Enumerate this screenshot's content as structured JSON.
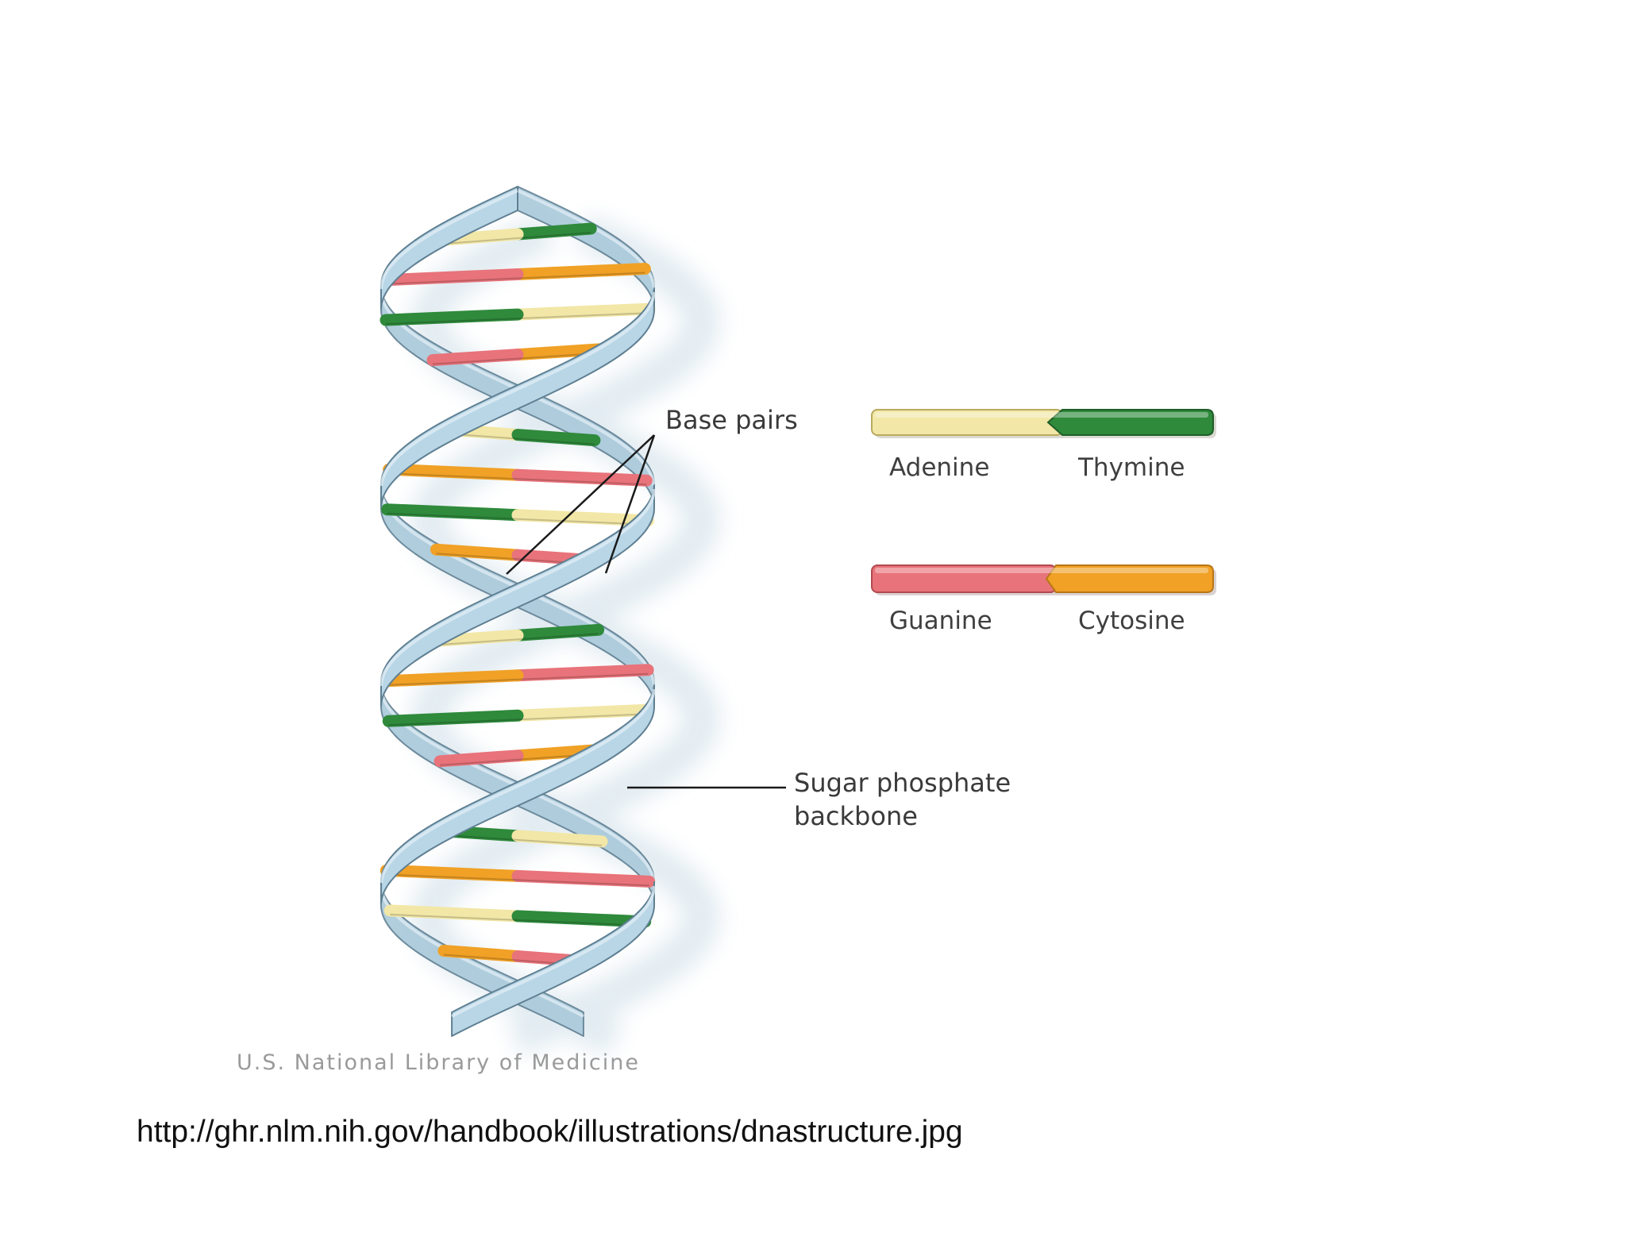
{
  "diagram": {
    "labels": {
      "base_pairs": "Base pairs",
      "sugar_line1": "Sugar phosphate",
      "sugar_line2": "backbone"
    },
    "legend": [
      {
        "left": "Adenine",
        "right": "Thymine",
        "left_color": "#f2e7a6",
        "right_color": "#2f8a3c"
      },
      {
        "left": "Guanine",
        "right": "Cytosine",
        "left_color": "#e8737a",
        "right_color": "#f0a126"
      }
    ],
    "credit": "U.S. National Library of Medicine",
    "colors": {
      "backbone": "#b8d6e6",
      "backbone_outline": "#5f7f92",
      "shadow": "#dde8ef",
      "adenine": "#f2e7a6",
      "thymine": "#2f8a3c",
      "guanine": "#e8737a",
      "cytosine": "#f0a126"
    }
  },
  "caption": {
    "url": "http://ghr.nlm.nih.gov/handbook/illustrations/dnastructure.jpg"
  }
}
